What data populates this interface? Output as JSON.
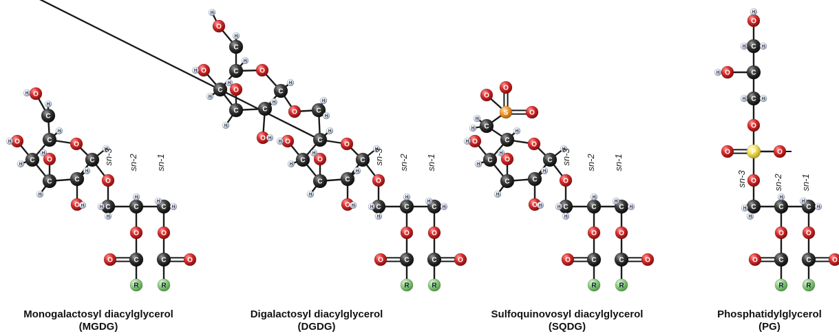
{
  "labels": {
    "sn3": "sn-3",
    "sn2": "sn-2",
    "sn1": "sn-1"
  },
  "atoms": {
    "carbon": "C",
    "oxygen": "O",
    "hydrogen": "H",
    "residue": "R",
    "sulfur": "S",
    "phosphorus": "P"
  },
  "colors": {
    "carbon": "#2b2b2b",
    "oxygen": "#d42a2a",
    "hydrogen": "#dfe6f2",
    "residue": "#86c97a",
    "sulfur": "#f29a2e",
    "phosphorus": "#f7e35a"
  },
  "molecules": [
    {
      "id": "mgdg",
      "line1": "Monogalactosyl diacylglycerol",
      "line2": "(MGDG)"
    },
    {
      "id": "dgdg",
      "line1": "Digalactosyl diacylglycerol",
      "line2": "(DGDG)"
    },
    {
      "id": "sqdg",
      "line1": "Sulfoquinovosyl diacylglycerol",
      "line2": "(SQDG)"
    },
    {
      "id": "pg",
      "line1": "Phosphatidylglycerol",
      "line2": "(PG)"
    }
  ]
}
